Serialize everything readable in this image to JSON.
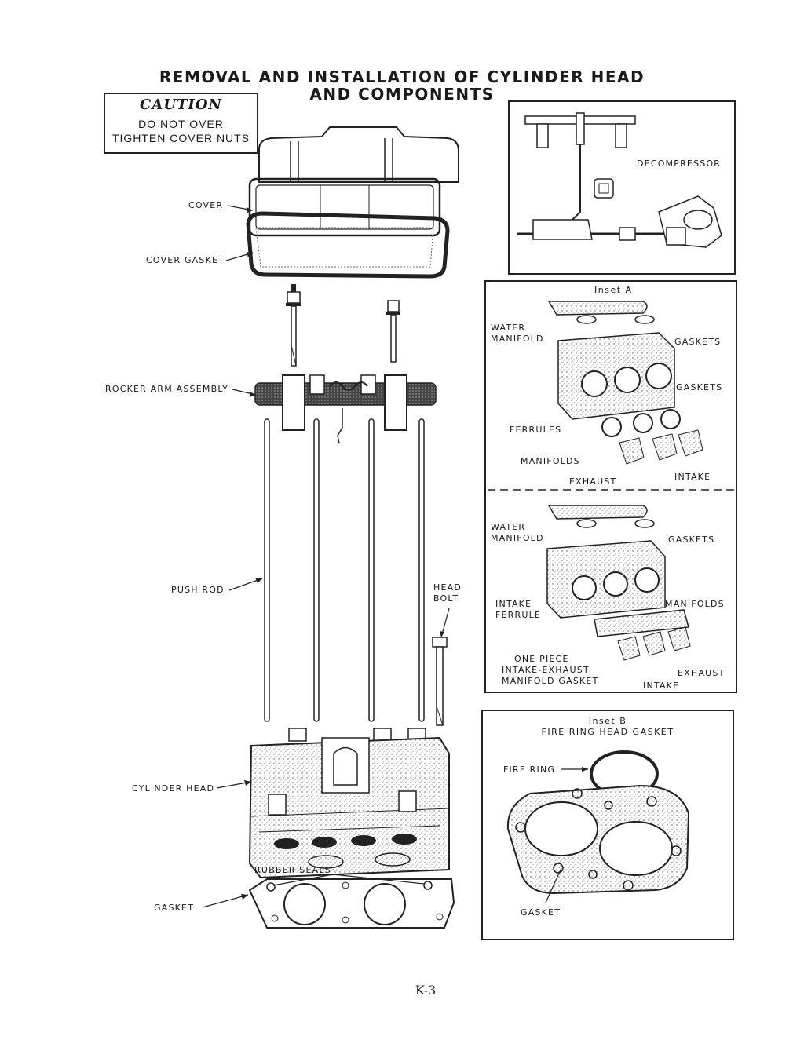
{
  "title": {
    "line1": "REMOVAL AND INSTALLATION OF CYLINDER HEAD",
    "line2": "AND COMPONENTS"
  },
  "caution": {
    "heading": "CAUTION",
    "line1": "DO NOT OVER",
    "line2": "TIGHTEN COVER NUTS"
  },
  "labels": {
    "cover": "COVER",
    "cover_gasket": "COVER GASKET",
    "rocker_arm_assembly": "ROCKER ARM ASSEMBLY",
    "push_rod": "PUSH ROD",
    "head_bolt_1": "HEAD",
    "head_bolt_2": "BOLT",
    "cylinder_head": "CYLINDER HEAD",
    "rubber_seals": "RUBBER SEALS",
    "gasket": "GASKET"
  },
  "decompressor": {
    "label": "DECOMPRESSOR"
  },
  "inset_a": {
    "title": "Inset A",
    "upper": {
      "water": "WATER",
      "manifold": "MANIFOLD",
      "gaskets_top": "GASKETS",
      "gaskets_right": "GASKETS",
      "ferrules": "FERRULES",
      "manifolds": "MANIFOLDS",
      "exhaust": "EXHAUST",
      "intake": "INTAKE"
    },
    "lower": {
      "water": "WATER",
      "manifold": "MANIFOLD",
      "gaskets": "GASKETS",
      "intake": "INTAKE",
      "ferrule": "FERRULE",
      "manifolds": "MANIFOLDS",
      "one_piece": "ONE PIECE",
      "intake_exhaust": "INTAKE-EXHAUST",
      "manifold_gasket": "MANIFOLD GASKET",
      "exhaust": "EXHAUST",
      "intake_bottom": "INTAKE"
    }
  },
  "inset_b": {
    "title": "Inset B",
    "subtitle": "FIRE RING HEAD GASKET",
    "fire_ring": "FIRE RING",
    "gasket": "GASKET"
  },
  "page_number": "K-3"
}
